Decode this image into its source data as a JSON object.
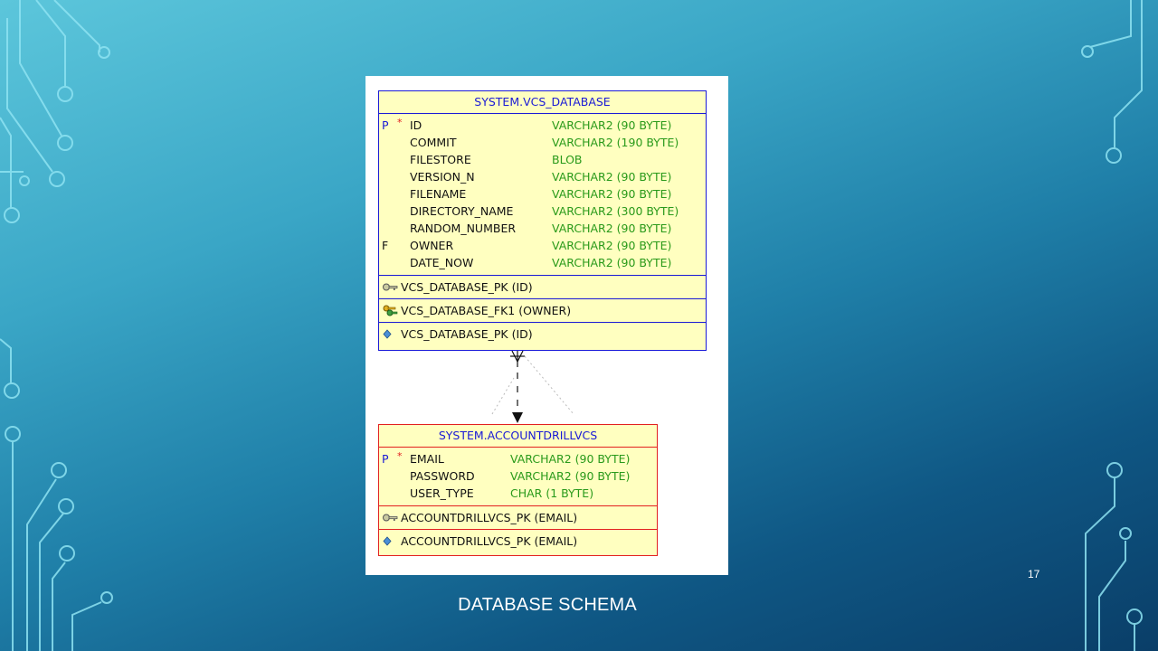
{
  "slide": {
    "page_number": "17",
    "title": "DATABASE SCHEMA"
  },
  "diagram": {
    "vcs_database": {
      "title": "SYSTEM.VCS_DATABASE",
      "columns": [
        {
          "flag": "P",
          "required": "*",
          "name": "ID",
          "type": "VARCHAR2 (90 BYTE)"
        },
        {
          "flag": "",
          "required": "",
          "name": "COMMIT",
          "type": "VARCHAR2 (190 BYTE)"
        },
        {
          "flag": "",
          "required": "",
          "name": "FILESTORE",
          "type": "BLOB"
        },
        {
          "flag": "",
          "required": "",
          "name": "VERSION_N",
          "type": "VARCHAR2 (90 BYTE)"
        },
        {
          "flag": "",
          "required": "",
          "name": "FILENAME",
          "type": "VARCHAR2 (90 BYTE)"
        },
        {
          "flag": "",
          "required": "",
          "name": "DIRECTORY_NAME",
          "type": "VARCHAR2 (300 BYTE)"
        },
        {
          "flag": "",
          "required": "",
          "name": "RANDOM_NUMBER",
          "type": "VARCHAR2 (90 BYTE)"
        },
        {
          "flag": "F",
          "required": "",
          "name": "OWNER",
          "type": "VARCHAR2 (90 BYTE)"
        },
        {
          "flag": "",
          "required": "",
          "name": "DATE_NOW",
          "type": "VARCHAR2 (90 BYTE)"
        }
      ],
      "primary_key": "VCS_DATABASE_PK (ID)",
      "foreign_key": "VCS_DATABASE_FK1 (OWNER)",
      "index": "VCS_DATABASE_PK (ID)"
    },
    "accountdrillvcs": {
      "title": "SYSTEM.ACCOUNTDRILLVCS",
      "columns": [
        {
          "flag": "P",
          "required": "*",
          "name": "EMAIL",
          "type": "VARCHAR2 (90 BYTE)"
        },
        {
          "flag": "",
          "required": "",
          "name": "PASSWORD",
          "type": "VARCHAR2 (90 BYTE)"
        },
        {
          "flag": "",
          "required": "",
          "name": "USER_TYPE",
          "type": "CHAR (1 BYTE)"
        }
      ],
      "primary_key": "ACCOUNTDRILLVCS_PK (EMAIL)",
      "index": "ACCOUNTDRILLVCS_PK (EMAIL)"
    },
    "colors": {
      "entity_fill": "#ffffc0",
      "vcs_border": "#1a1ad6",
      "account_border": "#e22020",
      "type_text": "#2a9a1a"
    }
  }
}
